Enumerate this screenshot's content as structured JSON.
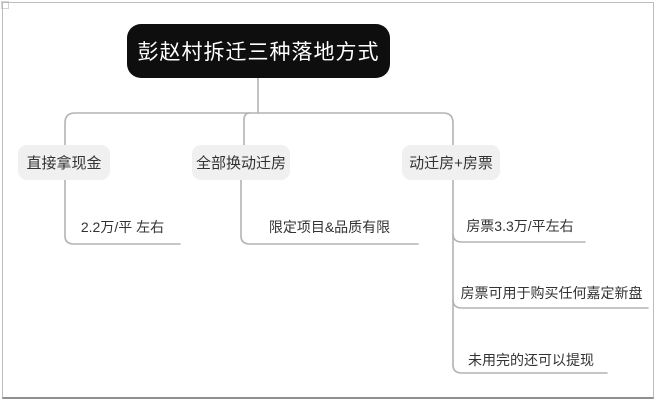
{
  "root": {
    "label": "彭赵村拆迁三种落地方式"
  },
  "branches": [
    {
      "label": "直接拿现金",
      "children": [
        "2.2万/平 左右"
      ]
    },
    {
      "label": "全部换动迁房",
      "children": [
        "限定项目&品质有限"
      ]
    },
    {
      "label": "动迁房+房票",
      "children": [
        "房票3.3万/平左右",
        "房票可用于购买任何嘉定新盘",
        "未用完的还可以提现"
      ]
    }
  ],
  "colors": {
    "root-bg": "#0e0e0e",
    "root-fg": "#ffffff",
    "branch-bg": "#f0f0f0",
    "node-fg": "#333333",
    "line": "#b3b3b3",
    "frame": "#bcbcbc"
  }
}
